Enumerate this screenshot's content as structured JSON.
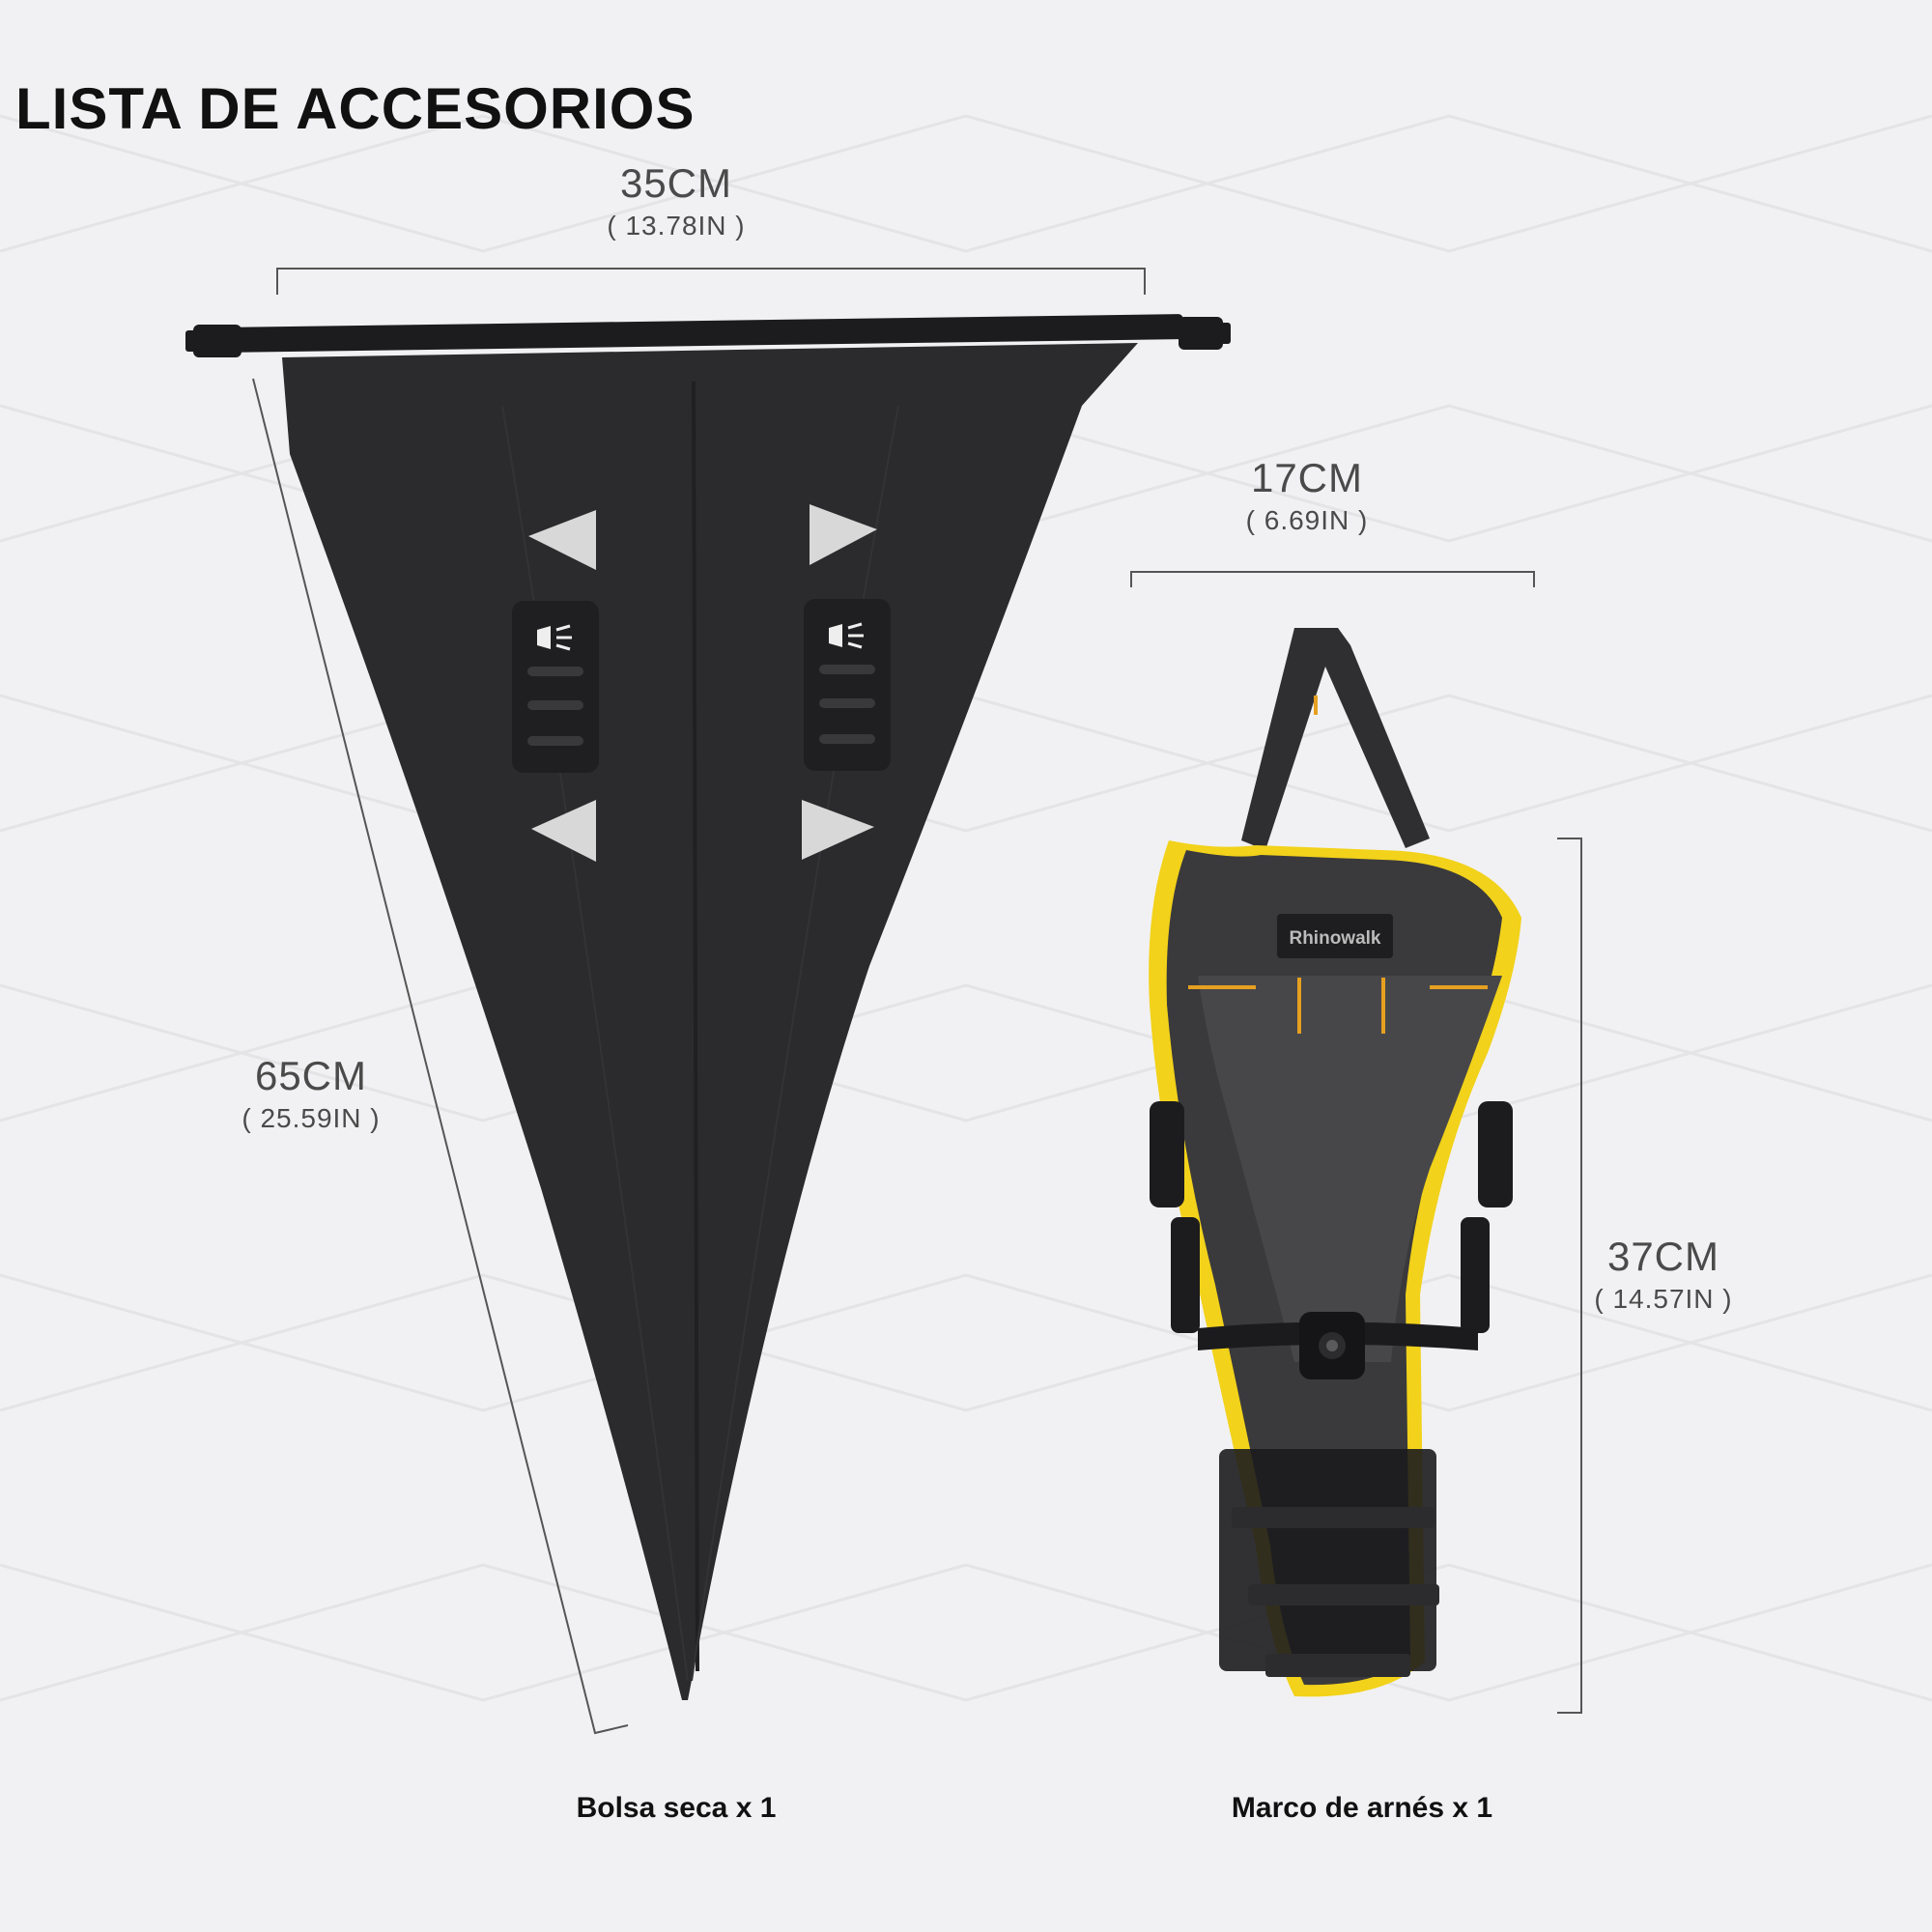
{
  "title": "LISTA DE ACCESORIOS",
  "dry_bag": {
    "width": {
      "cm": "35CM",
      "inch": "( 13.78IN )"
    },
    "length": {
      "cm": "65CM",
      "inch": "( 25.59IN )"
    },
    "caption": "Bolsa seca x 1"
  },
  "harness": {
    "width": {
      "cm": "17CM",
      "inch": "( 6.69IN )"
    },
    "height": {
      "cm": "37CM",
      "inch": "( 14.57IN )"
    },
    "caption": "Marco de arnés x 1",
    "brand_logo": "Rhinowalk"
  },
  "colors": {
    "background": "#f1f1f3",
    "bag": "#2b2b2d",
    "accent_yellow": "#f2d21a",
    "reflective": "#d8d8d8"
  }
}
